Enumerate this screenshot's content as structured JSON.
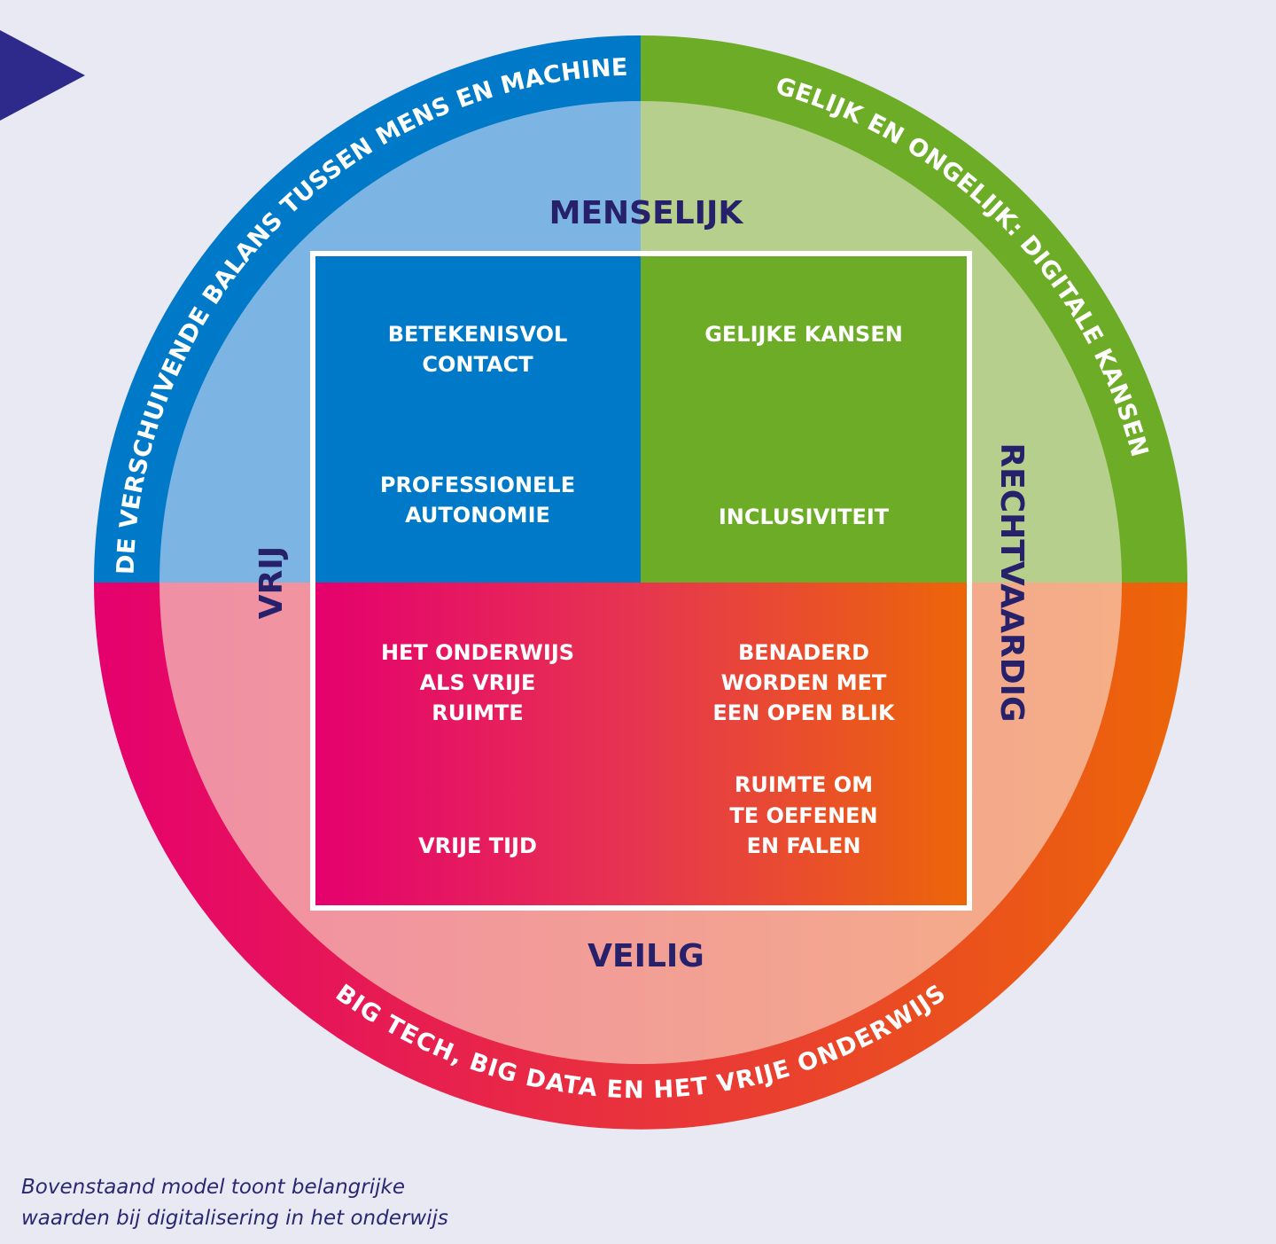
{
  "colors": {
    "background": "#E9E9F3",
    "arrow": "#2E2A8C",
    "blue_dark": "#0079C8",
    "blue_light": "#7CB4E3",
    "green_dark": "#6DAC26",
    "green_light": "#B6CF8C",
    "magenta": "#E5006E",
    "orange": "#EC6608",
    "pink_light": "#F08FA5",
    "peach_light": "#F5AE86",
    "label": "#27206A",
    "white": "#FFFFFF"
  },
  "ring_labels": {
    "top_left": "DE VERSCHUIVENDE BALANS TUSSEN MENS EN MACHINE",
    "top_right": "GELIJK EN ONGELIJK: DIGITALE KANSEN",
    "bottom": "BIG TECH, BIG DATA EN HET VRIJE ONDERWIJS"
  },
  "axis_labels": {
    "top": "MENSELIJK",
    "left": "VRIJ",
    "right": "RECHTVAARDIG",
    "bottom": "VEILIG"
  },
  "quadrants": {
    "top_left": {
      "items": [
        {
          "lines": [
            "BETEKENISVOL",
            "CONTACT"
          ]
        },
        {
          "lines": [
            "PROFESSIONELE",
            "AUTONOMIE"
          ]
        }
      ]
    },
    "top_right": {
      "items": [
        {
          "lines": [
            "GELIJKE KANSEN"
          ]
        },
        {
          "lines": [
            "INCLUSIVITEIT"
          ]
        }
      ]
    },
    "bottom_left": {
      "items": [
        {
          "lines": [
            "HET ONDERWIJS",
            "ALS VRIJE",
            "RUIMTE"
          ]
        },
        {
          "lines": [
            "VRIJE TIJD"
          ]
        }
      ]
    },
    "bottom_right": {
      "items": [
        {
          "lines": [
            "BENADERD",
            "WORDEN MET",
            "EEN OPEN BLIK"
          ]
        },
        {
          "lines": [
            "RUIMTE OM",
            "TE OEFENEN",
            "EN FALEN"
          ]
        }
      ]
    }
  },
  "caption": {
    "line1": "Bovenstaand model toont belangrijke",
    "line2": "waarden bij digitalisering in het onderwijs"
  },
  "icons": {
    "arrow": "play-arrow-icon"
  }
}
